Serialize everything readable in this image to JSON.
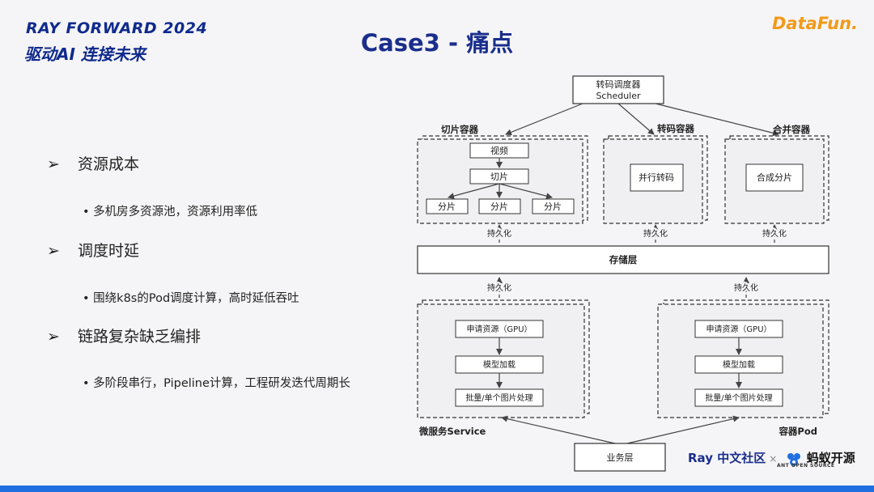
{
  "header": {
    "brand_line1": "RAY FORWARD 2024",
    "brand_line2": "驱动AI 连接未来",
    "logo": "DataFun.",
    "title": "Case3 - 痛点"
  },
  "bullets": [
    {
      "heading": "资源成本",
      "sub": "多机房多资源池，资源利用率低"
    },
    {
      "heading": "调度时延",
      "sub": "围绕k8s的Pod调度计算，高时延低吞吐"
    },
    {
      "heading": "链路复杂缺乏编排",
      "sub": "多阶段串行，Pipeline计算，工程研发迭代周期长"
    }
  ],
  "bullet_symbol": "➢",
  "sub_symbol": "•",
  "diagram": {
    "scheduler_line1": "转码调度器",
    "scheduler_line2": "Scheduler",
    "group1_label": "切片容器",
    "group2_label": "转码容器",
    "group3_label": "合并容器",
    "video": "视频",
    "slice": "切片",
    "shard": "分片",
    "parallel": "并行转码",
    "merge": "合成分片",
    "persist": "持久化",
    "storage": "存储层",
    "req_resource": "申请资源（GPU）",
    "load_model": "模型加载",
    "batch": "批量/单个图片处理",
    "micro_service": "微服务Service",
    "container_pod": "容器Pod",
    "business": "业务层"
  },
  "footer": {
    "ray_community": "Ray 中文社区",
    "times": "×",
    "ant_name": "蚂蚁开源",
    "ant_sub": "ANT OPEN SOURCE"
  }
}
